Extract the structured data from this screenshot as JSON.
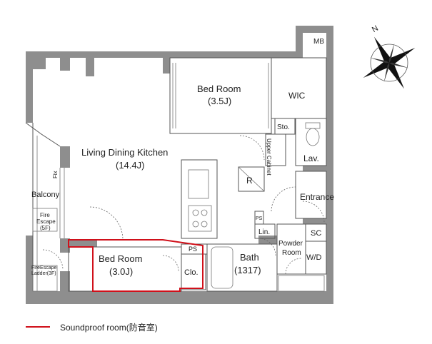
{
  "rooms": {
    "mb": "MB",
    "bedroom1_name": "Bed Room",
    "bedroom1_size": "(3.5J)",
    "wic": "WIC",
    "sto": "Sto.",
    "upper_cabinet": "Upper Cabinet",
    "lav": "Lav.",
    "ldk_name": "Living Dining Kitchen",
    "ldk_size": "(14.4J)",
    "refrigerator": "R",
    "entrance": "Entrance",
    "balcony": "Balcony",
    "fix": "Fix",
    "fire_escape_1": "Fire",
    "fire_escape_2": "Escape",
    "fire_escape_3": "(5F)",
    "fire_ladder_1": "FireEscape",
    "fire_ladder_2": "Ladder(3F)",
    "ps_small": "PS",
    "lin": "Lin.",
    "sc": "SC",
    "powder_1": "Powder",
    "powder_2": "Room",
    "wd": "W/D",
    "ps": "PS",
    "bath_name": "Bath",
    "bath_size": "(1317)",
    "bedroom2_name": "Bed Room",
    "bedroom2_size": "(3.0J)",
    "clo": "Clo."
  },
  "legend": {
    "label": "Soundproof room(防音室)",
    "color": "#d0101a"
  },
  "compass": {
    "north": "N"
  },
  "colors": {
    "wall": "#8e8e8e",
    "soundproof": "#d0101a"
  }
}
